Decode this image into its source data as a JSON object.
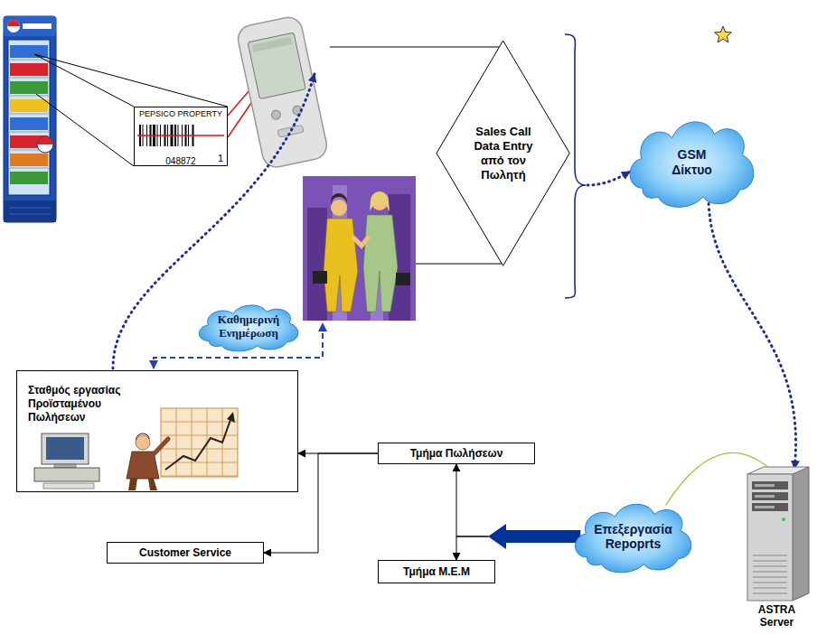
{
  "diagram": {
    "nodes": [
      {
        "text": [
          "PEPSICO PROPERTY",
          "048872",
          "1"
        ]
      },
      {
        "text": [
          "Sales Call Data Entry από τον Πωλητή"
        ]
      },
      {
        "text": [
          "GSM Δίκτυο"
        ]
      },
      {
        "text": [
          "Καθημερινή Ενημέρωση"
        ]
      },
      {
        "text": [
          "Σταθμός εργασίας Προϊσταμένου Πωλήσεων"
        ]
      },
      {
        "text": [
          "Τμήμα Πωλήσεων"
        ]
      },
      {
        "text": [
          "Επεξεργασία Repoprts"
        ]
      },
      {
        "text": [
          "Customer Service"
        ]
      },
      {
        "text": [
          "Τμήμα Μ.Ε.Μ"
        ]
      },
      {
        "text": [
          "ASTRA Server"
        ]
      }
    ],
    "edges": [
      {
        "from": 2,
        "to": 9,
        "arrow": "to"
      },
      {
        "from": 9,
        "to": 6,
        "arrow": "none"
      },
      {
        "from": 6,
        "to": 5,
        "arrow": "to"
      },
      {
        "from": 6,
        "to": 8,
        "arrow": "to"
      },
      {
        "from": 5,
        "to": 4,
        "arrow": "to"
      },
      {
        "from": 5,
        "to": 7,
        "arrow": "to"
      }
    ]
  }
}
